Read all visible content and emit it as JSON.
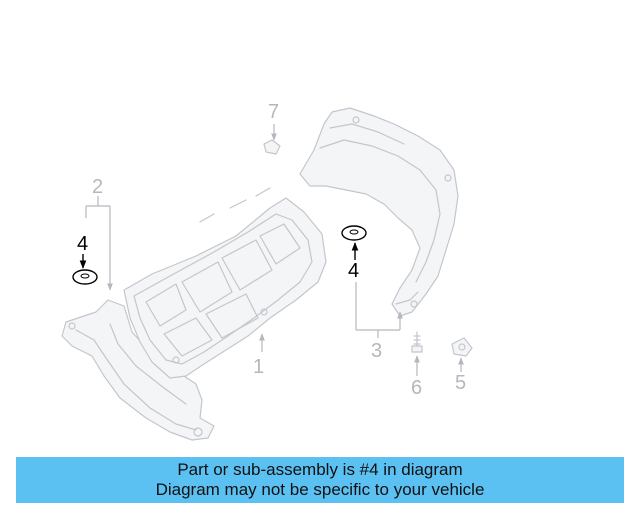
{
  "callouts": {
    "c1": "1",
    "c2": "2",
    "c3": "3",
    "c4_left": "4",
    "c4_right": "4",
    "c5": "5",
    "c6": "6",
    "c7": "7"
  },
  "banner": {
    "line1": "Part or sub-assembly is #4 in diagram",
    "line2": "Diagram may not be specific to your vehicle",
    "color": "#5bc0f2"
  },
  "colors": {
    "highlight_callout": "#000000",
    "other_callouts": "#b4b7bd"
  }
}
